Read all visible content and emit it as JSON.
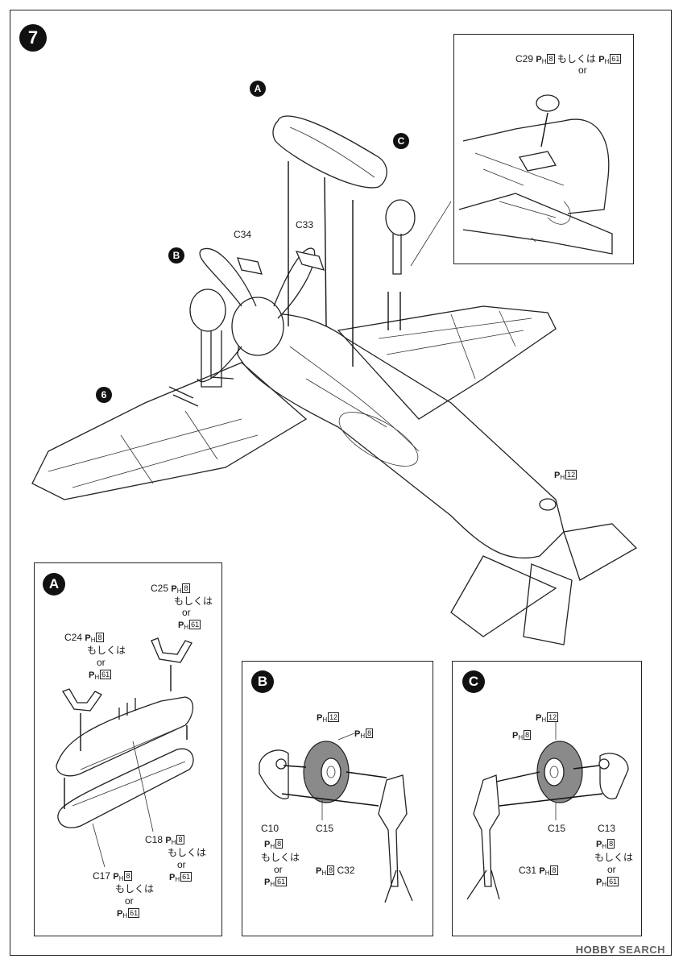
{
  "step": {
    "number": "7"
  },
  "main": {
    "callouts": {
      "a": "A",
      "b": "B",
      "c": "C",
      "six": "6"
    },
    "c34": "C34",
    "c33": "C33",
    "ph12_prefix": "P",
    "ph12_sub": "H",
    "ph12_num": "12"
  },
  "inset": {
    "c29": "C29",
    "paint1": "8",
    "or_jp": "もしくは",
    "paint2": "61",
    "or_en": "or"
  },
  "panel_a": {
    "letter": "A",
    "c25": {
      "part": "C25",
      "p1": "8",
      "jp": "もしくは",
      "or": "or",
      "p2": "61"
    },
    "c24": {
      "part": "C24",
      "p1": "8",
      "jp": "もしくは",
      "or": "or",
      "p2": "61"
    },
    "c18": {
      "part": "C18",
      "p1": "8",
      "jp": "もしくは",
      "or": "or",
      "p2": "61"
    },
    "c17": {
      "part": "C17",
      "p1": "8",
      "jp": "もしくは",
      "or": "or",
      "p2": "61"
    }
  },
  "panel_b": {
    "letter": "B",
    "ph12": "12",
    "ph8": "8",
    "c10": {
      "part": "C10",
      "p1": "8",
      "jp": "もしくは",
      "or": "or",
      "p2": "61"
    },
    "c15": "C15",
    "c32": {
      "part": "C32",
      "p1": "8"
    }
  },
  "panel_c": {
    "letter": "C",
    "ph12": "12",
    "ph8": "8",
    "c13": {
      "part": "C13",
      "p1": "8",
      "jp": "もしくは",
      "or": "or",
      "p2": "61"
    },
    "c15": "C15",
    "c31": {
      "part": "C31",
      "p1": "8"
    }
  },
  "watermark": {
    "brand": "HOBBY",
    "rest": "SEARCH"
  },
  "colors": {
    "ink": "#222222",
    "tire": "#8a8a8a",
    "paper": "#ffffff"
  }
}
